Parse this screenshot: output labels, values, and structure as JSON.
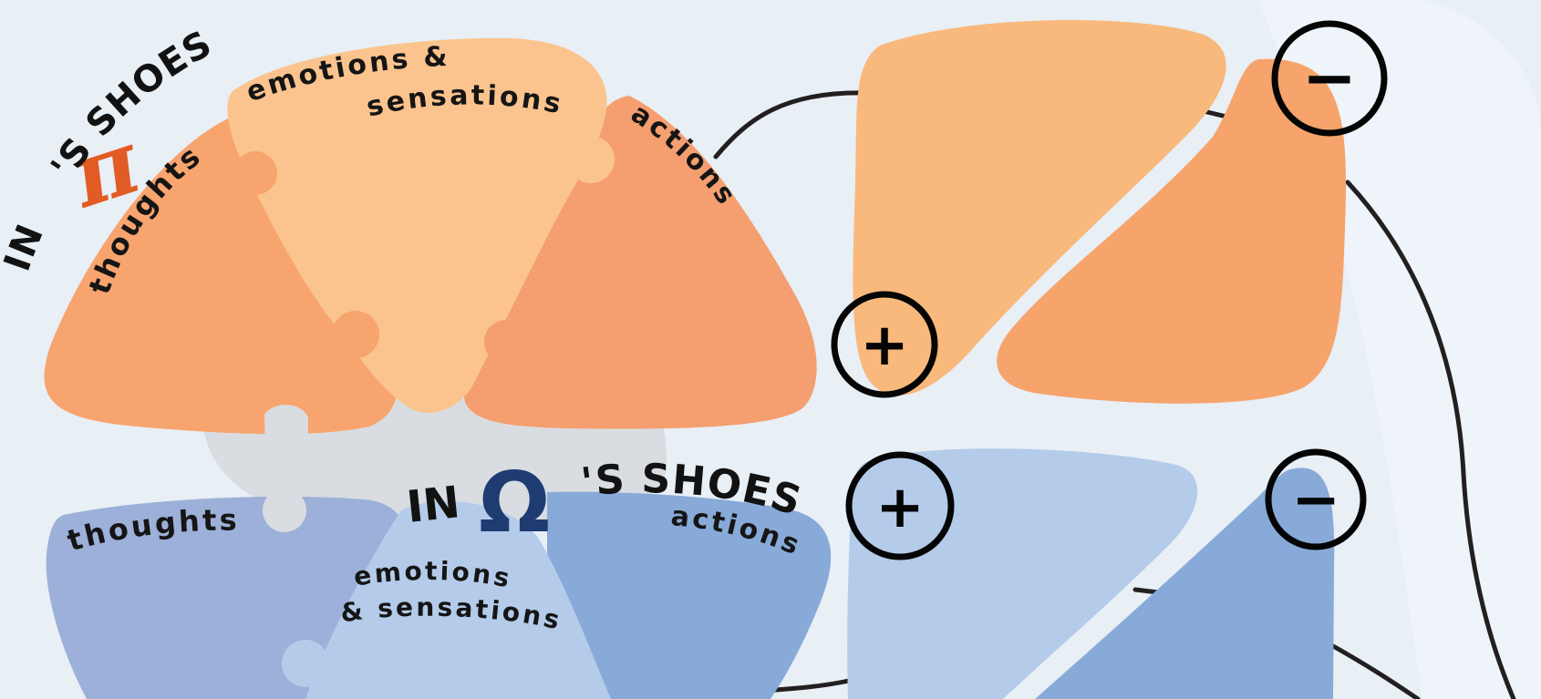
{
  "colors": {
    "background": "#e8eff5",
    "panel": "#eef4f9",
    "hub": "#d9dde1",
    "orange_light": "#fbc48e",
    "orange_mid": "#f8a46e",
    "orange_deep": "#f39c6f",
    "orange_panel": "#f9b87c",
    "blue_light": "#b4cbea",
    "blue_mid": "#8eacd8",
    "blue_deep": "#88aad8",
    "blue_violet": "#9cb0d9",
    "pi_accent": "#e25a24",
    "omega_accent": "#1f3c72",
    "stroke": "#231f20"
  },
  "pi_group": {
    "title_prefix": "IN",
    "symbol": "π",
    "title_suffix": "'S SHOES",
    "thoughts": "thoughts",
    "emotions_line1": "emotions &",
    "emotions_line2": "sensations",
    "actions": "actions"
  },
  "omega_group": {
    "title_prefix": "IN",
    "symbol": "Ω",
    "title_suffix": "'S SHOES",
    "thoughts": "thoughts",
    "emotions_line1": "emotions",
    "emotions_line2": "& sensations",
    "actions": "actions"
  },
  "signs": {
    "plus": "+",
    "minus": "−"
  }
}
